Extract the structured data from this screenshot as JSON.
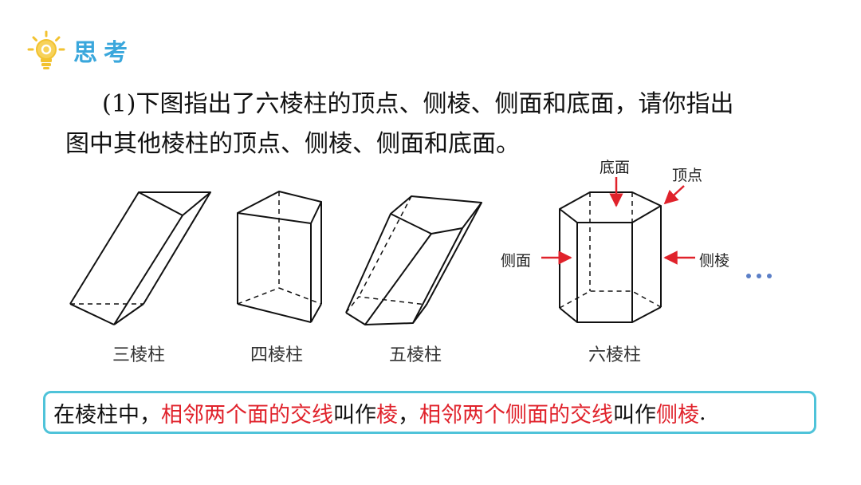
{
  "header": {
    "title": "思考",
    "icon": "lightbulb-icon",
    "icon_color": "#f2c230",
    "title_color": "#3aa7dc"
  },
  "question": {
    "line1": "(1)下图指出了六棱柱的顶点、侧棱、侧面和底面，请你指出",
    "line2": "图中其他棱柱的顶点、侧棱、侧面和底面。"
  },
  "figures": {
    "prism3_label": "三棱柱",
    "prism4_label": "四棱柱",
    "prism5_label": "五棱柱",
    "prism6_label": "六棱柱"
  },
  "callouts": {
    "base": "底面",
    "vertex": "顶点",
    "lateral_face": "侧面",
    "lateral_edge": "侧棱",
    "arrow_color": "#e0222b"
  },
  "definition": {
    "part1": "在棱柱中，",
    "part2": "相邻两个面的交线",
    "part3": "叫作",
    "part4": "棱",
    "part5": "，",
    "part6": "相邻两个侧面的交线",
    "part7": "叫作",
    "part8": "侧棱",
    "part9": ".",
    "highlight_color": "#e0222b",
    "border_color": "#4fc3d9"
  }
}
